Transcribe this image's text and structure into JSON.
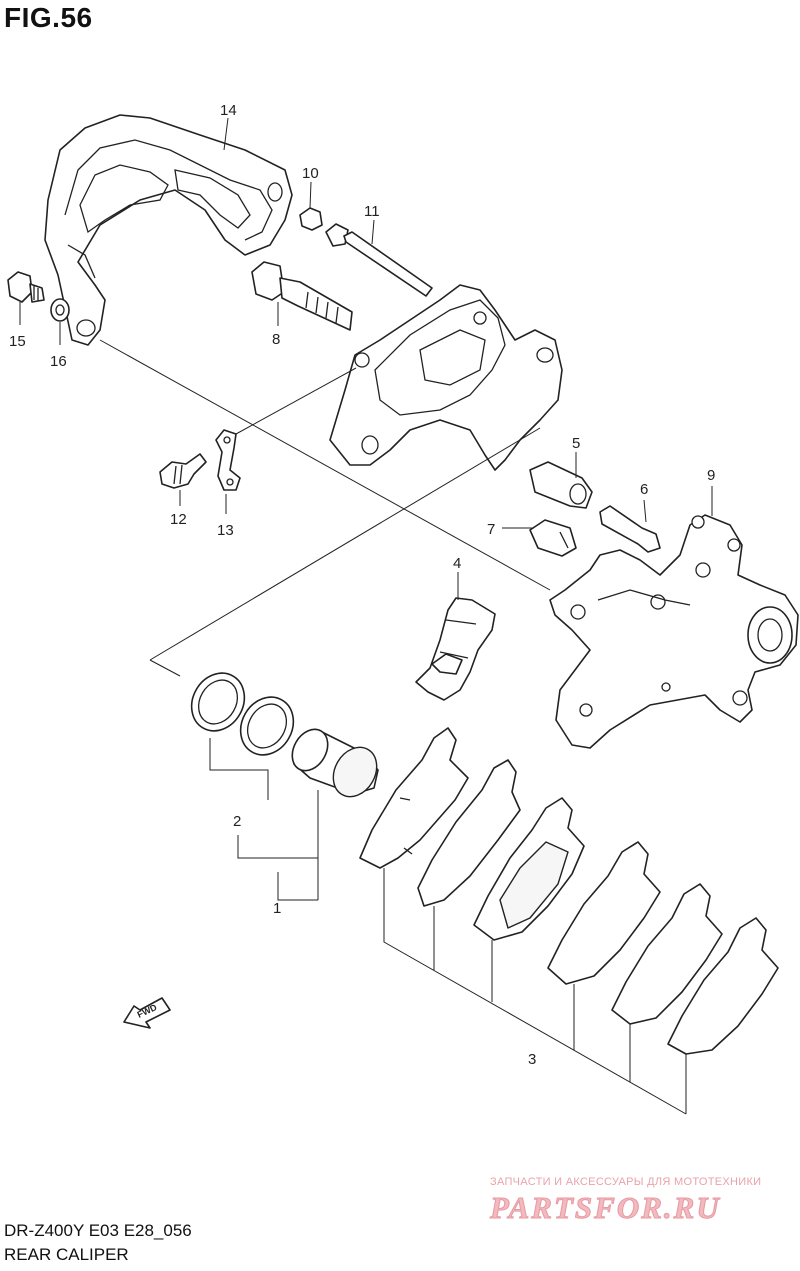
{
  "figure": {
    "title": "FIG.56"
  },
  "footer": {
    "model": "DR-Z400Y E03 E28_056",
    "name": "REAR CALIPER"
  },
  "watermark": {
    "tagline": "ЗАПЧАСТИ И АКСЕССУАРЫ ДЛЯ МОТОТЕХНИКИ",
    "logo": "PARTSFOR.RU"
  },
  "direction_marker": {
    "text": "FWD"
  },
  "callouts": {
    "c1": "1",
    "c2": "2",
    "c3": "3",
    "c4": "4",
    "c5": "5",
    "c6": "6",
    "c7": "7",
    "c8": "8",
    "c9": "9",
    "c10": "10",
    "c11": "11",
    "c12": "12",
    "c13": "13",
    "c14": "14",
    "c15": "15",
    "c16": "16"
  },
  "colors": {
    "line": "#222222",
    "watermark": "#e79aa2",
    "background": "#ffffff"
  }
}
